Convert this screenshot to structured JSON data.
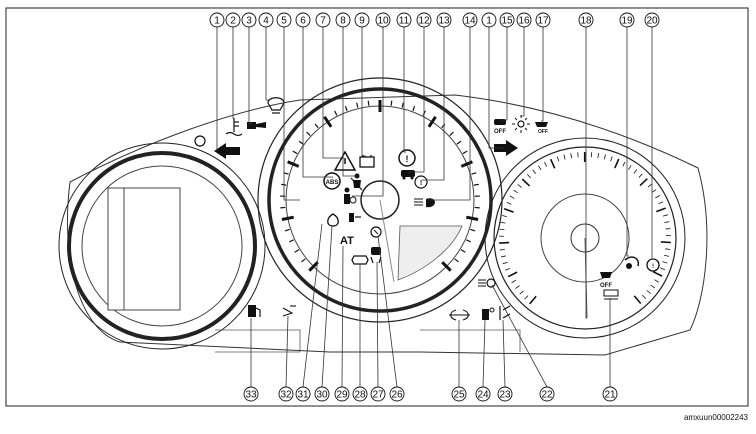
{
  "figure": {
    "code": "amxuun00002243",
    "top_numbers": [
      "1",
      "2",
      "3",
      "4",
      "5",
      "6",
      "7",
      "8",
      "9",
      "10",
      "11",
      "12",
      "13",
      "14",
      "1",
      "15",
      "16",
      "17",
      "18",
      "19",
      "20"
    ],
    "bottom_numbers": [
      "33",
      "32",
      "31",
      "30",
      "29",
      "28",
      "27",
      "26",
      "25",
      "24",
      "23",
      "22",
      "21"
    ]
  },
  "icon_text": {
    "off": "OFF",
    "at": "AT"
  }
}
